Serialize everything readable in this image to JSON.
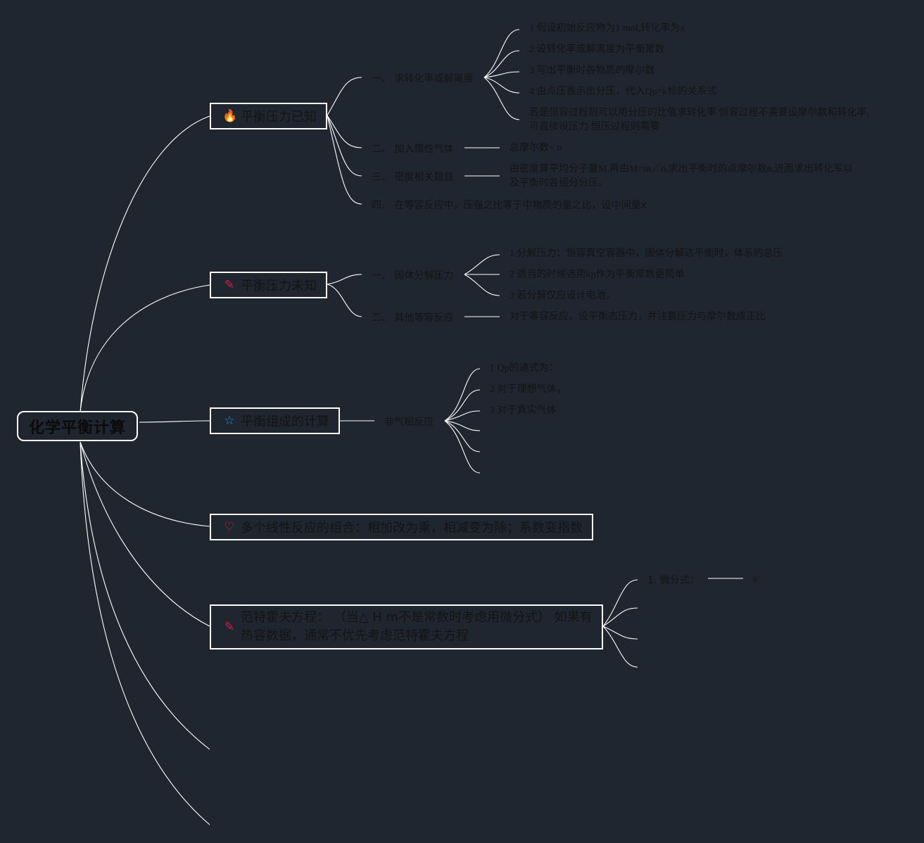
{
  "root": {
    "label": "化学平衡计算"
  },
  "branches": {
    "b1": {
      "label": "平衡压力已知",
      "icon": "🔥",
      "icon_color": "#e8361c",
      "sub1": {
        "label": "一、  求转化率或解离度",
        "items": [
          "1 假设初始反应物为1 mol,转化率为x",
          "2 设转化率或解离度为平衡常数",
          "3 写出平衡时各物质的摩尔数",
          "4 由点压表示出分压，代入Qp=k标的关系式",
          "若是恒容过程则可以用分压的比值求转化率 恒容过程不需要设摩尔数和转化率,",
          "可直接设压力 恒压过程则需要"
        ]
      },
      "sub2": {
        "label": "二、  加入惰性气体",
        "detail": "总摩尔数+ n"
      },
      "sub3": {
        "label": "三、  密度相关题目",
        "detail_line1": "由密度算平均分子量M,再由M=m／n,求出平衡时的点摩尔数n,进而求出转化军以",
        "detail_line2": "及平衡时各组分分压。"
      },
      "sub4": {
        "label": "四、  在等容反应中，压强之比等于中物质的量之比，设中间量x"
      }
    },
    "b2": {
      "label": "平衡压力未知",
      "icon": "✎",
      "icon_color": "#d81b4a",
      "sub1": {
        "label": "一、  固体分解压力",
        "items": [
          "1 分解压力：恒容真空容器中，固体分解达平衡时，体系的总压",
          "2 适当的时候选用kp作为平衡常数更简单",
          "3 若分解仅应设计电池，"
        ]
      },
      "sub2": {
        "label": "二、  其他等容反应",
        "detail": "对于等容反应，设平衡态压力，并注意压力与摩尔数成正比"
      }
    },
    "b3": {
      "label": "平衡组成的计算",
      "icon": "☆",
      "icon_color": "#2a86d8",
      "sub1": {
        "label": "非气相反应",
        "items": [
          "1 Qp的通式为：",
          "2 对于理想气体，",
          "3 对于真实气体"
        ]
      }
    },
    "b4": {
      "label": "多个线性反应的组合：相加改为乘，相减变为除；系数变指数",
      "icon": "♡",
      "icon_color": "#e02828"
    },
    "b5": {
      "label": "范特霍夫方程：  （当△ H m不是常数时考虑用微分式） 如果有热容数据，通常不优先考虑范特霍夫方程",
      "icon": "✎",
      "icon_color": "#d81b4a",
      "sub1": {
        "label": "1. 微分式：",
        "detail": "a"
      }
    }
  }
}
